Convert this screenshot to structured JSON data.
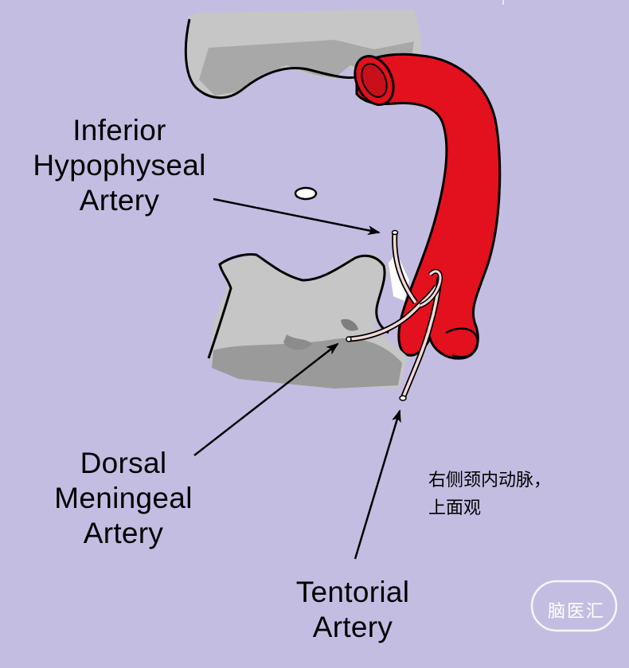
{
  "labels": {
    "inferior_hypophyseal": [
      "Inferior",
      "Hypophyseal",
      "Artery"
    ],
    "dorsal_meningeal": [
      "Dorsal",
      "Meningeal",
      "Artery"
    ],
    "tentorial": [
      "Tentorial",
      "Artery"
    ]
  },
  "caption": [
    "右侧颈内动脉，",
    "上面观"
  ],
  "watermark": "脑医汇",
  "colors": {
    "background": "#c3bde2",
    "bone": "#a8a8a8",
    "bone_light": "#c6c6c6",
    "artery": "#e3101e",
    "outline": "#000000"
  }
}
